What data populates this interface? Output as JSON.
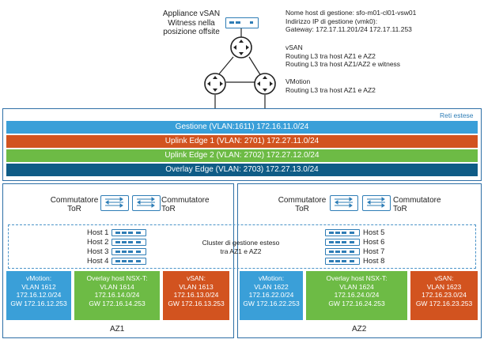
{
  "witness": {
    "label_lines": [
      "Appliance vSAN",
      "Witness nella",
      "posizione offsite"
    ],
    "mgmt_lines": [
      "Nome host di gestione: sfo-m01-cl01-vsw01",
      "Indirizzo IP di gestione (vmk0):",
      "Gateway: 172.17.11.201/24 172.17.11.253"
    ],
    "vsan_lines": [
      "vSAN",
      "Routing L3 tra host AZ1 e AZ2",
      "Routing L3 tra host AZ1/AZ2 e witness"
    ],
    "vmotion_lines": [
      "VMotion",
      "Routing L3 tra host AZ1 e AZ2"
    ]
  },
  "stretched": {
    "title": "Reti estese",
    "networks": [
      {
        "label": "Gestione (VLAN:1611) 172.16.11.0/24",
        "color": "#3a9fd8"
      },
      {
        "label": "Uplink Edge 1 (VLAN: 2701) 172.27.11.0/24",
        "color": "#d2531f"
      },
      {
        "label": "Uplink Edge 2 (VLAN: 2702) 172.27.12.0/24",
        "color": "#6dbb45"
      },
      {
        "label": "Overlay Edge (VLAN: 2703) 172.27.13.0/24",
        "color": "#0f5c86"
      }
    ]
  },
  "cluster_label": [
    "Cluster di gestione esteso",
    "tra AZ1 e AZ2"
  ],
  "switch_label": [
    "Commutatore",
    "ToR"
  ],
  "az1": {
    "name": "AZ1",
    "hosts": [
      "Host 1",
      "Host 2",
      "Host 3",
      "Host 4"
    ],
    "vlans": [
      {
        "lines": [
          "vMotion:",
          "VLAN 1612",
          "172.16.12.0/24",
          "GW 172.16.12.253"
        ],
        "color": "#3a9fd8"
      },
      {
        "lines": [
          "Overlay host NSX-T:",
          "VLAN 1614",
          "172.16.14.0/24",
          "GW 172.16.14.253"
        ],
        "color": "#6dbb45"
      },
      {
        "lines": [
          "vSAN:",
          "VLAN 1613",
          "172.16.13.0/24",
          "GW 172.16.13.253"
        ],
        "color": "#d2531f"
      }
    ]
  },
  "az2": {
    "name": "AZ2",
    "hosts": [
      "Host 5",
      "Host 6",
      "Host 7",
      "Host 8"
    ],
    "vlans": [
      {
        "lines": [
          "vMotion:",
          "VLAN 1622",
          "172.16.22.0/24",
          "GW 172.16.22.253"
        ],
        "color": "#3a9fd8"
      },
      {
        "lines": [
          "Overlay host NSX-T:",
          "VLAN 1624",
          "172.16.24.0/24",
          "GW 172.16.24.253"
        ],
        "color": "#6dbb45"
      },
      {
        "lines": [
          "vSAN:",
          "VLAN 1623",
          "172.16.23.0/24",
          "GW 172.16.23.253"
        ],
        "color": "#d2531f"
      }
    ]
  }
}
